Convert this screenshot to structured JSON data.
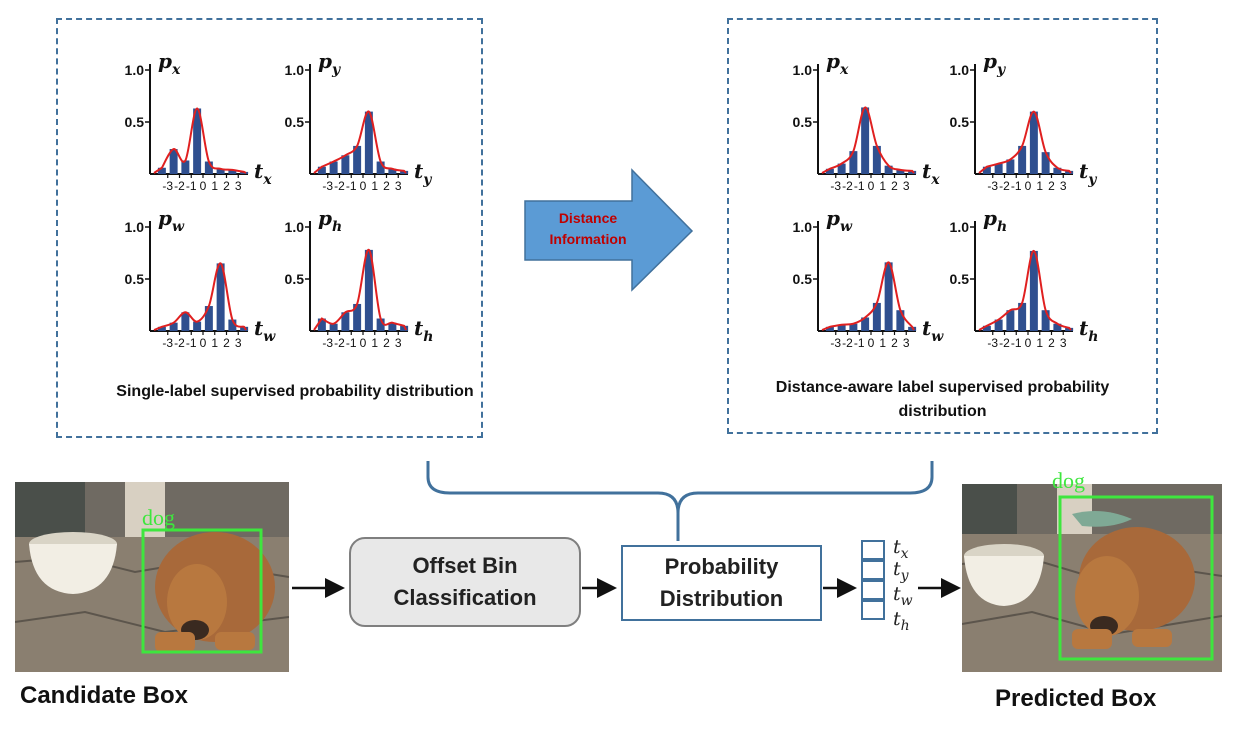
{
  "panels": {
    "left_caption": "Single-label supervised probability distribution",
    "right_caption": "Distance-aware label supervised probability distribution"
  },
  "arrow_text": "Distance Information",
  "pipeline": {
    "offset_label": "Offset Bin Classification",
    "prob_label": "Probability Distribution",
    "outputs": [
      "t_x",
      "t_y",
      "t_w",
      "t_h"
    ]
  },
  "images": {
    "candidate_label": "Candidate Box",
    "predicted_label": "Predicted Box",
    "detection_class": "dog"
  },
  "colors": {
    "bar": "#2f4f8f",
    "curve": "#e02020",
    "panel_border": "#41719c",
    "arrow_fill": "#5b9bd5",
    "arrow_text": "#c00000",
    "bbox": "#3ee63e"
  },
  "chart_data": [
    {
      "type": "bar",
      "panel": "left",
      "title": "p_x",
      "xlabel": "t_x",
      "ytick_labels": [
        "1.0",
        "0.5"
      ],
      "ylim": [
        0,
        1
      ],
      "xtick_labels": [
        "-3",
        "-2",
        "-1",
        "0",
        "1",
        "2",
        "3"
      ],
      "values": [
        0.06,
        0.24,
        0.13,
        0.63,
        0.12,
        0.05,
        0.04,
        0.02
      ]
    },
    {
      "type": "bar",
      "panel": "left",
      "title": "p_y",
      "xlabel": "t_y",
      "ytick_labels": [
        "1.0",
        "0.5"
      ],
      "ylim": [
        0,
        1
      ],
      "xtick_labels": [
        "-3",
        "-2",
        "-1",
        "0",
        "1",
        "2",
        "3"
      ],
      "values": [
        0.07,
        0.12,
        0.18,
        0.27,
        0.6,
        0.12,
        0.05,
        0.03
      ]
    },
    {
      "type": "bar",
      "panel": "left",
      "title": "p_w",
      "xlabel": "t_w",
      "ytick_labels": [
        "1.0",
        "0.5"
      ],
      "ylim": [
        0,
        1
      ],
      "xtick_labels": [
        "-3",
        "-2",
        "-1",
        "0",
        "1",
        "2",
        "3"
      ],
      "values": [
        0.04,
        0.08,
        0.18,
        0.09,
        0.24,
        0.65,
        0.11,
        0.04
      ]
    },
    {
      "type": "bar",
      "panel": "left",
      "title": "p_h",
      "xlabel": "t_h",
      "ytick_labels": [
        "1.0",
        "0.5"
      ],
      "ylim": [
        0,
        1
      ],
      "xtick_labels": [
        "-3",
        "-2",
        "-1",
        "0",
        "1",
        "2",
        "3"
      ],
      "values": [
        0.12,
        0.07,
        0.18,
        0.26,
        0.78,
        0.12,
        0.08,
        0.05
      ]
    },
    {
      "type": "bar",
      "panel": "right",
      "title": "p_x",
      "xlabel": "t_x",
      "ytick_labels": [
        "1.0",
        "0.5"
      ],
      "ylim": [
        0,
        1
      ],
      "xtick_labels": [
        "-3",
        "-2",
        "-1",
        "0",
        "1",
        "2",
        "3"
      ],
      "values": [
        0.05,
        0.1,
        0.22,
        0.64,
        0.27,
        0.08,
        0.04,
        0.03
      ]
    },
    {
      "type": "bar",
      "panel": "right",
      "title": "p_y",
      "xlabel": "t_y",
      "ytick_labels": [
        "1.0",
        "0.5"
      ],
      "ylim": [
        0,
        1
      ],
      "xtick_labels": [
        "-3",
        "-2",
        "-1",
        "0",
        "1",
        "2",
        "3"
      ],
      "values": [
        0.07,
        0.1,
        0.14,
        0.27,
        0.6,
        0.21,
        0.06,
        0.03
      ]
    },
    {
      "type": "bar",
      "panel": "right",
      "title": "p_w",
      "xlabel": "t_w",
      "ytick_labels": [
        "1.0",
        "0.5"
      ],
      "ylim": [
        0,
        1
      ],
      "xtick_labels": [
        "-3",
        "-2",
        "-1",
        "0",
        "1",
        "2",
        "3"
      ],
      "values": [
        0.04,
        0.06,
        0.07,
        0.13,
        0.27,
        0.66,
        0.2,
        0.04
      ]
    },
    {
      "type": "bar",
      "panel": "right",
      "title": "p_h",
      "xlabel": "t_h",
      "ytick_labels": [
        "1.0",
        "0.5"
      ],
      "ylim": [
        0,
        1
      ],
      "xtick_labels": [
        "-3",
        "-2",
        "-1",
        "0",
        "1",
        "2",
        "3"
      ],
      "values": [
        0.05,
        0.11,
        0.2,
        0.27,
        0.77,
        0.2,
        0.07,
        0.03
      ]
    }
  ]
}
